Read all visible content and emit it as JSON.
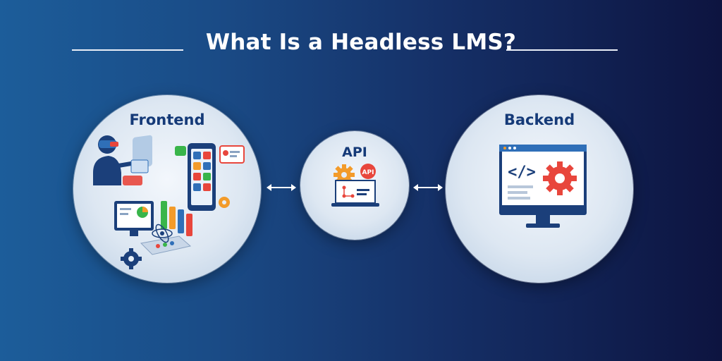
{
  "title": "What Is a Headless LMS?",
  "nodes": {
    "frontend": {
      "label": "Frontend"
    },
    "api": {
      "label": "API",
      "badge": "API"
    },
    "backend": {
      "label": "Backend",
      "code_symbol": "</>"
    }
  },
  "connections": [
    {
      "from": "Frontend",
      "to": "API",
      "direction": "bidirectional"
    },
    {
      "from": "API",
      "to": "Backend",
      "direction": "bidirectional"
    }
  ],
  "colors": {
    "background_left": "#1c5d9a",
    "background_right": "#0d1440",
    "circle_fill": "#e6eef7",
    "label_text": "#153a78",
    "title_text": "#ffffff",
    "accent_orange": "#f39b2a",
    "accent_red": "#e8463c",
    "accent_navy": "#1b3f7a"
  },
  "icons": [
    "vr-user-icon",
    "mobile-app-icon",
    "monitor-chart-icon",
    "bar-chart-icon",
    "gear-icon",
    "api-badge-icon",
    "code-window-icon",
    "monitor-icon",
    "bidirectional-arrow-icon"
  ]
}
